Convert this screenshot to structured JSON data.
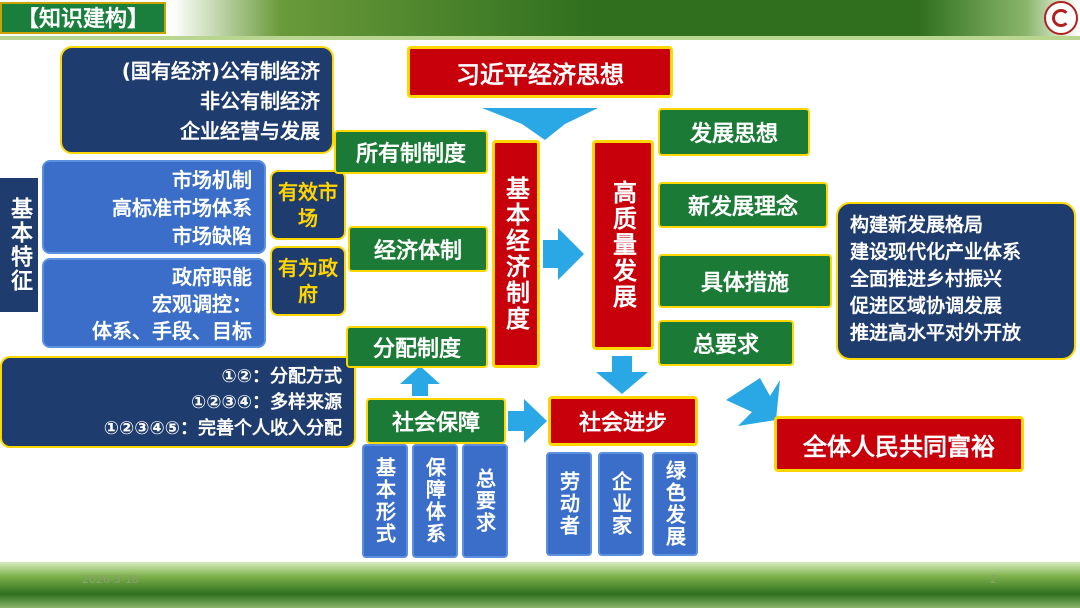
{
  "header": {
    "label": "【知识建构】"
  },
  "footer": {
    "date": "2026-3-18",
    "page": "2"
  },
  "top": {
    "title": "习近平经济思想"
  },
  "left": {
    "ownership_items": [
      "(国有经济)公有制经济",
      "非公有制经济",
      "企业经营与发展"
    ],
    "features_label": "基本特征",
    "market_items": [
      "市场机制",
      "高标准市场体系",
      "市场缺陷"
    ],
    "government_items": [
      "政府职能",
      "宏观调控：",
      "体系、手段、目标"
    ],
    "effective_market": "有效市场",
    "capable_government": "有为政府",
    "distribution_items": [
      "①②：分配方式",
      "①②③④：多样来源",
      "①②③④⑤：完善个人收入分配"
    ]
  },
  "center": {
    "ownership_system": "所有制制度",
    "economic_system": "经济体制",
    "distribution_system": "分配制度",
    "basic_system": "基本经济制度",
    "social_security": "社会保障",
    "security_subs": [
      "基本形式",
      "保障体系",
      "总要求"
    ],
    "social_progress": "社会进步",
    "progress_subs": [
      "劳动者",
      "企业家",
      "绿色发展"
    ]
  },
  "right": {
    "high_quality": "高质量发展",
    "dev_thought": "发展思想",
    "new_concept": "新发展理念",
    "measures": "具体措施",
    "general_req": "总要求",
    "measure_items": [
      "构建新发展格局",
      "建设现代化产业体系",
      "全面推进乡村振兴",
      "促进区域协调发展",
      "推进高水平对外开放"
    ],
    "common_prosperity": "全体人民共同富裕"
  },
  "colors": {
    "navy": "#1f3c6e",
    "green": "#1b7a36",
    "red": "#c7000b",
    "blue": "#3a6ec8",
    "arrow": "#2aa8e6",
    "gold": "#ffd700"
  }
}
